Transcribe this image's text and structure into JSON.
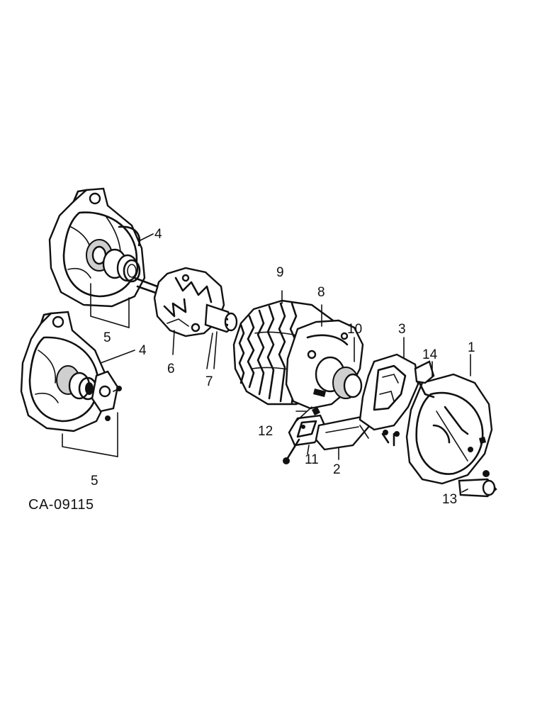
{
  "diagram": {
    "code": "CA-09115",
    "callouts": {
      "c1": "1",
      "c2": "2",
      "c3": "3",
      "c4a": "4",
      "c4b": "4",
      "c5a": "5",
      "c5b": "5",
      "c6": "6",
      "c7": "7",
      "c8": "8",
      "c9": "9",
      "c10": "10",
      "c11": "11",
      "c12": "12",
      "c13": "13",
      "c14": "14"
    },
    "colors": {
      "ink": "#111111",
      "background": "#ffffff"
    }
  }
}
